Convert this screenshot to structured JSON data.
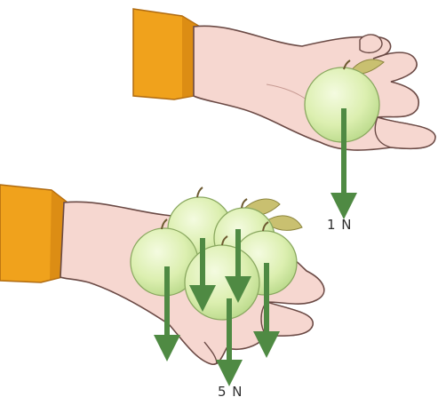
{
  "diagram": {
    "upper_example": {
      "apple_count": 1,
      "force_label": "1 N"
    },
    "lower_example": {
      "apple_count": 5,
      "force_label": "5 N"
    },
    "colors": {
      "sleeve": "#f0a21c",
      "sleeve_shadow": "#cf7f0f",
      "skin": "#f6d7d0",
      "skin_outline": "#6b4a45",
      "apple": "#dcefb0",
      "apple_shadow": "#b9d98a",
      "leaf": "#c9c070",
      "arrow": "#4f8a43",
      "label_text": "#2f2f2f"
    }
  }
}
